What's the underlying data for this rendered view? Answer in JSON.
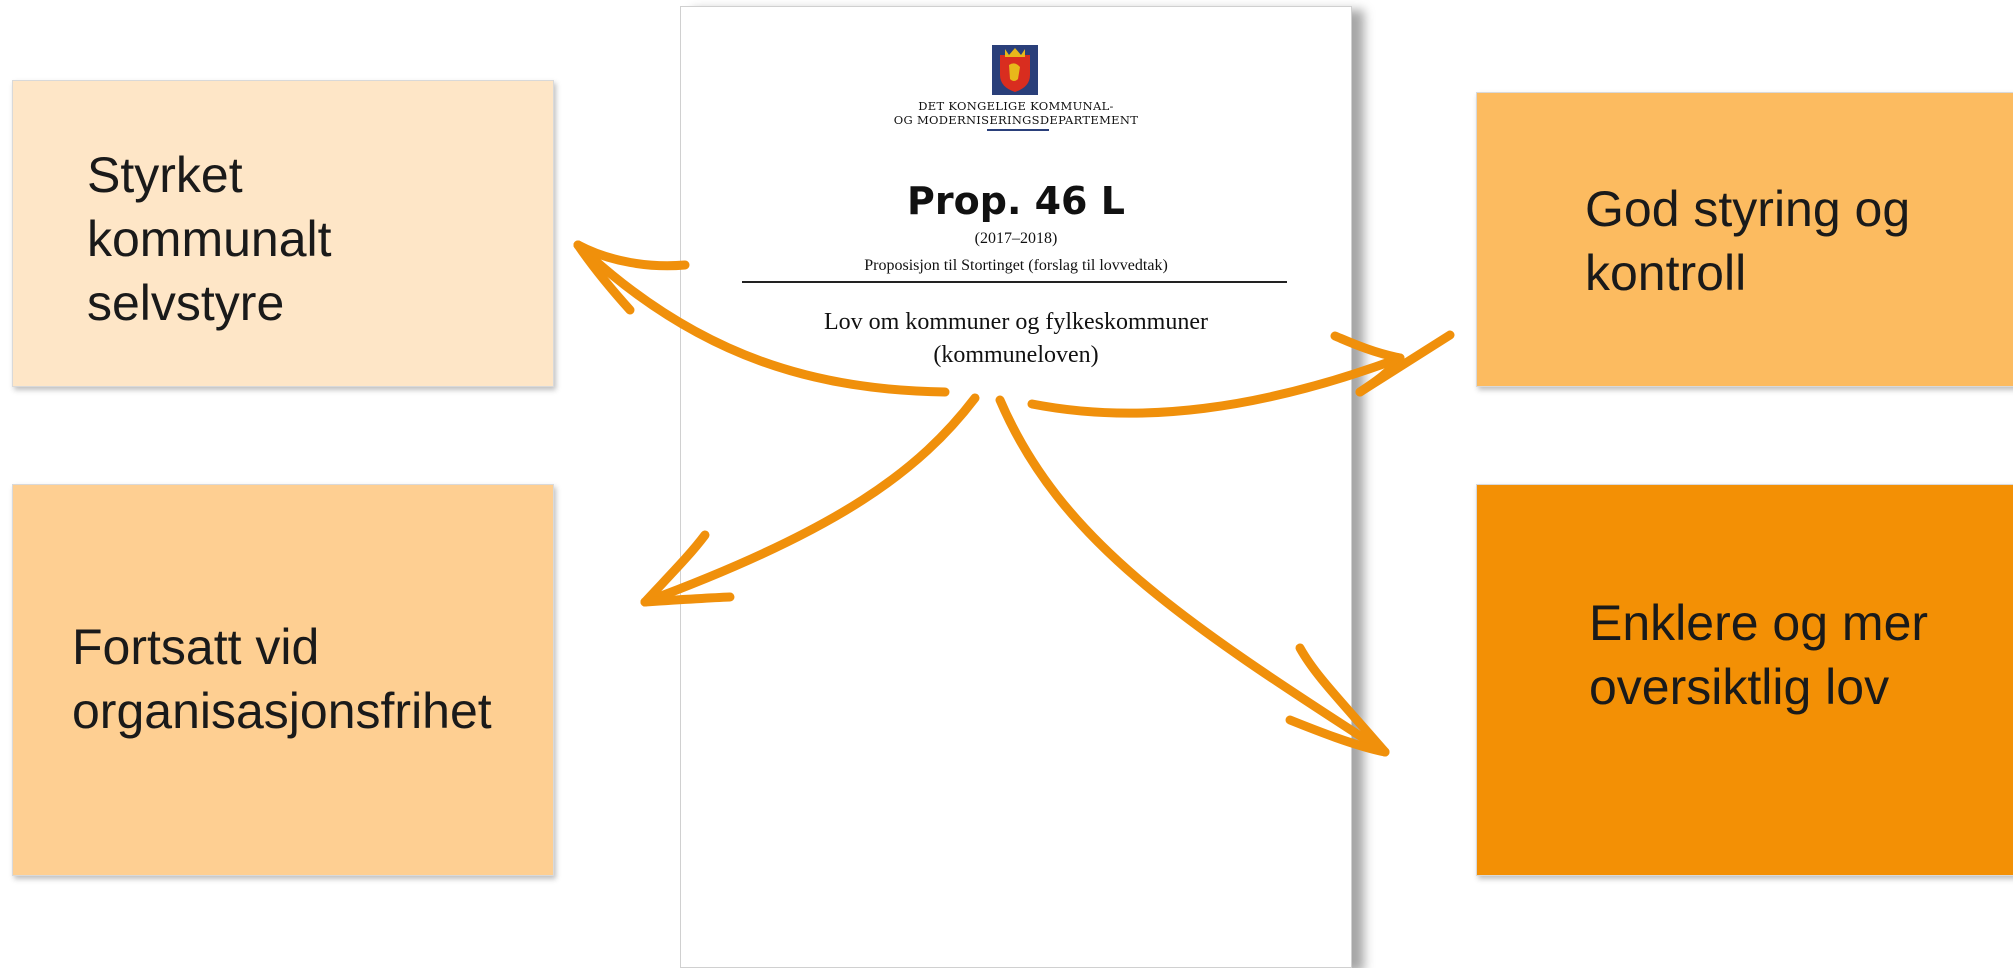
{
  "document": {
    "ministry_line1": "DET KONGELIGE KOMMUNAL-",
    "ministry_line2": "OG MODERNISERINGSDEPARTEMENT",
    "prop_title": "Prop. 46 L",
    "years": "(2017–2018)",
    "subtitle": "Proposisjon til Stortinget (forslag til lovvedtak)",
    "law_line1": "Lov om kommuner og fylkeskommuner",
    "law_line2": "(kommuneloven)"
  },
  "boxes": {
    "top_left": "Styrket\nkommunalt\nselvstyre",
    "bottom_left": "Fortsatt vid\norganisasjonsfrihet",
    "top_right": "God styring og\nkontroll",
    "bottom_right": "Enklere og mer\noversiktlig lov"
  },
  "colors": {
    "box_top_left": "#FEE6C7",
    "box_bottom_left": "#FECF92",
    "box_top_right": "#FCBB60",
    "box_bottom_right": "#F39005",
    "arrow": "#F0900B",
    "coat_of_arms_shield": "#D92D1F",
    "coat_of_arms_crown": "#E8B81A"
  }
}
